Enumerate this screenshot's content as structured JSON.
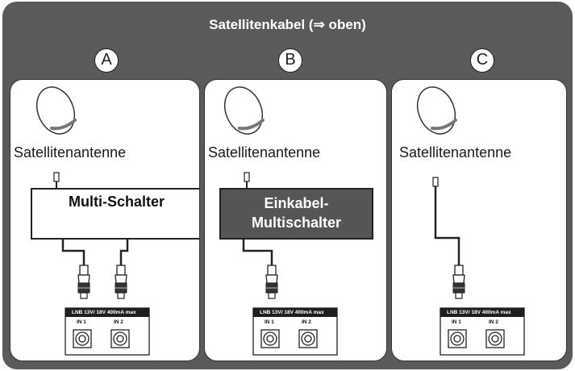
{
  "title": "Satellitenkabel (⇒ oben)",
  "panels": [
    {
      "marker": "A",
      "antenna_label": "Satellitenantenne",
      "switch_label": "Multi-Schalter",
      "lnb_label": "LNB  13V/ 18V 400mA max",
      "inputs": [
        "IN 1",
        "IN 2"
      ]
    },
    {
      "marker": "B",
      "antenna_label": "Satellitenantenne",
      "switch_label_line1": "Einkabel-",
      "switch_label_line2": "Multischalter",
      "lnb_label": "LNB  13V/ 18V 400mA max",
      "inputs": [
        "IN 1",
        "IN 2"
      ]
    },
    {
      "marker": "C",
      "antenna_label": "Satellitenantenne",
      "lnb_label": "LNB  13V/ 18V 400mA max",
      "inputs": [
        "IN 1",
        "IN 2"
      ]
    }
  ],
  "colors": {
    "frame": "#5a5a5a",
    "panel": "#ffffff",
    "einkabel_box": "#555555",
    "lnb_bar": "#1e1e1e"
  },
  "icons": [
    "satellite-dish-icon",
    "lnb-connector-icon",
    "coax-plug-icon",
    "coax-socket-icon"
  ]
}
